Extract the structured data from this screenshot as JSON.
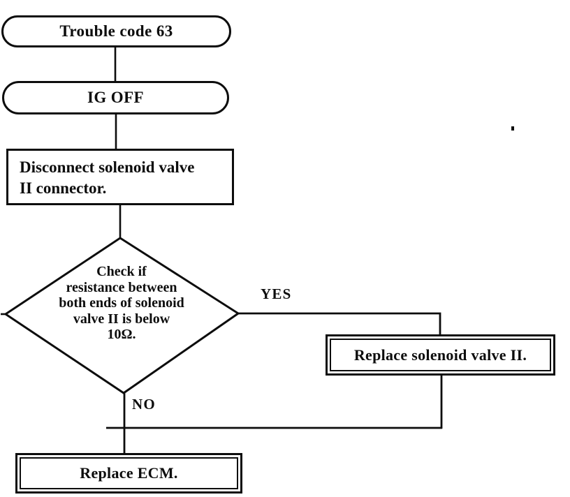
{
  "flowchart": {
    "start": {
      "label": "Trouble code 63"
    },
    "ig_off": {
      "label": "IG OFF"
    },
    "disconnect": {
      "label": "Disconnect solenoid valve II connector.",
      "lines": [
        "Disconnect solenoid valve",
        "II connector."
      ]
    },
    "decision": {
      "label": "Check if resistance between both ends of solenoid valve II is below 10Ω.",
      "lines": [
        "Check if",
        "resistance between",
        "both ends of solenoid",
        "valve II is below",
        "10Ω."
      ]
    },
    "replace_valve": {
      "label": "Replace solenoid valve II."
    },
    "replace_ecm": {
      "label": "Replace ECM."
    },
    "branch_yes": "YES",
    "branch_no": "NO"
  },
  "colors": {
    "ink": "#0d0d0d",
    "background": "#ffffff"
  }
}
